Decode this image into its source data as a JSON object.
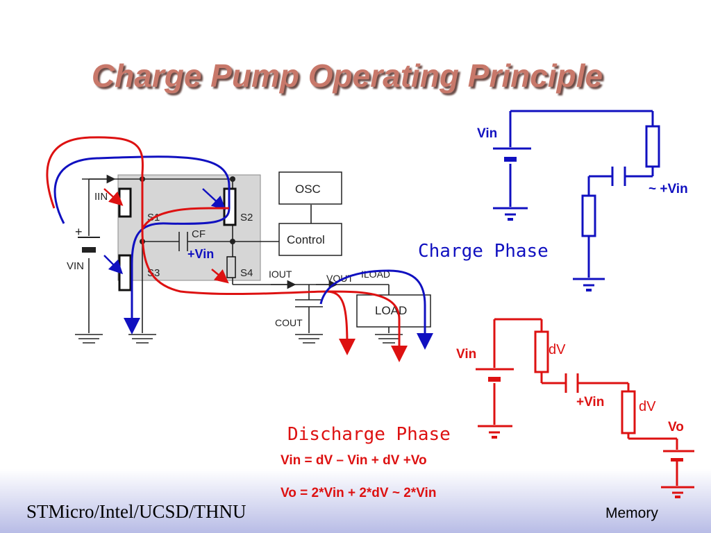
{
  "slide": {
    "title": "Charge Pump Operating Principle",
    "footer_left": "STMicro/Intel/UCSD/THNU",
    "footer_right": "Memory"
  },
  "colors": {
    "title": "#c8786a",
    "charge_path": "#1010c0",
    "discharge_path": "#dd1111",
    "footer_band": "#b8bce6"
  },
  "schematic": {
    "labels": {
      "iin": "IIN",
      "plus": "+",
      "vin": "VIN",
      "s1": "S1",
      "s2": "S2",
      "s3": "S3",
      "s4": "S4",
      "cf": "CF",
      "plus_vin": "+Vin",
      "osc": "OSC",
      "control": "Control",
      "iout": "IOUT",
      "vout": "VOUT",
      "iload": "ILOAD",
      "cout": "COUT",
      "load": "LOAD"
    }
  },
  "charge_phase": {
    "title": "Charge Phase",
    "vin_label": "Vin",
    "node_label": "~ +Vin"
  },
  "discharge_phase": {
    "title": "Discharge Phase",
    "vin_label": "Vin",
    "dv_top": "dV",
    "cap_label": "+Vin",
    "dv_bottom": "dV",
    "vo_label": "Vo",
    "equation_1": "Vin = dV – Vin + dV +Vo",
    "equation_2": "Vo = 2*Vin + 2*dV ~ 2*Vin"
  }
}
